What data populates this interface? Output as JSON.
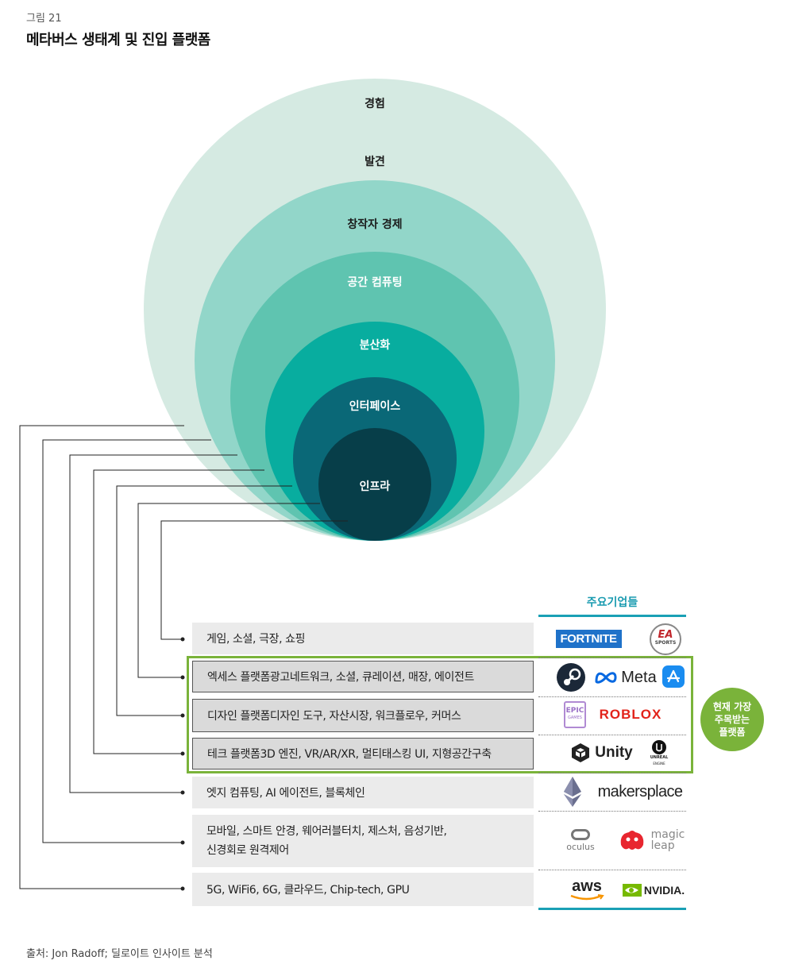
{
  "figure_label": "그림 21",
  "title": "메타버스 생태계 및 진입 플랫폼",
  "rings": [
    {
      "label": "경험",
      "color": "#d5eae2"
    },
    {
      "label": "발견",
      "color": "#92d6c9"
    },
    {
      "label": "창작자 경제",
      "color": "#5fc4b0"
    },
    {
      "label": "공간 컴퓨팅",
      "color": "#08ad9f"
    },
    {
      "label": "분산화",
      "color": "#0aa4b9"
    },
    {
      "label": "인터페이스",
      "color": "#0a6877"
    },
    {
      "label": "인프라",
      "color": "#073e49"
    }
  ],
  "layers": [
    {
      "text": "게임, 소셜, 극장, 쇼핑"
    },
    {
      "text": "엑세스 플랫폼광고네트워크, 소셜, 큐레이션, 매장, 에이전트"
    },
    {
      "text": "디자인 플랫폼디자인 도구, 자산시장, 워크플로우, 커머스"
    },
    {
      "text": "테크 플랫폼3D 엔진, VR/AR/XR, 멀티태스킹 UI, 지형공간구축"
    },
    {
      "text": "엣지 컴퓨팅, AI 에이전트, 블록체인"
    },
    {
      "text": "모바일, 스마트 안경, 웨어러블터치, 제스처, 음성기반,\n신경회로 원격제어"
    },
    {
      "text": "5G, WiFi6, 6G, 클라우드, Chip-tech, GPU"
    }
  ],
  "companies_header": "주요기업들",
  "logos": {
    "fortnite": "FORTNITE",
    "ea_top": "EA",
    "ea_bottom": "SPORTS",
    "meta": "Meta",
    "epic_top": "EPIC",
    "epic_bottom": "GAMES",
    "roblox": "ROBLOX",
    "unity": "Unity",
    "unreal_top": "UNREAL",
    "unreal_bottom": "ENGINE",
    "makersplace": "makersplace",
    "oculus": "oculus",
    "magicleap_top": "magic",
    "magicleap_bottom": "leap",
    "aws": "aws",
    "nvidia": "NVIDIA."
  },
  "highlight_badge": "현재 가장\n주목받는\n플랫폼",
  "source": "출처: Jon Radoff; 딜로이트 인사이트 분석",
  "colors": {
    "accent_green": "#7ab33a",
    "accent_teal": "#1aa0b5"
  }
}
